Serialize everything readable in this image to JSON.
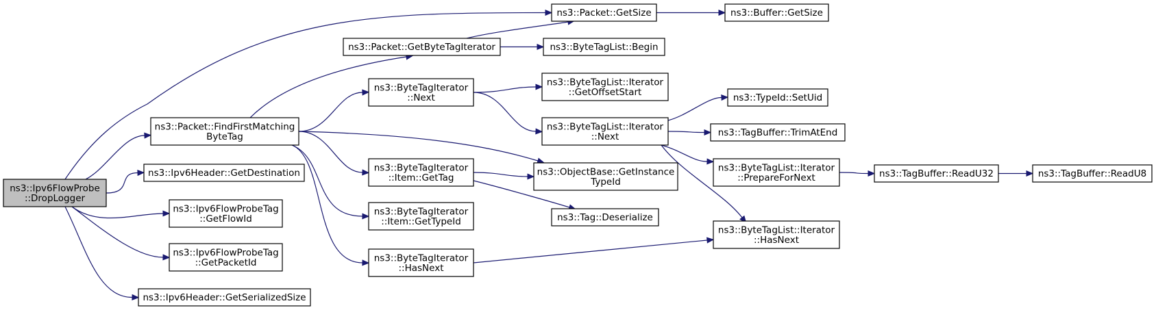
{
  "graph": {
    "root": "dropLogger",
    "colors": {
      "edge": "#191970",
      "root_fill": "#bfbfbf",
      "node_fill": "#ffffff",
      "border": "#000000"
    },
    "nodes": [
      {
        "id": "dropLogger",
        "lines": [
          "ns3::Ipv6FlowProbe",
          "::DropLogger"
        ]
      },
      {
        "id": "findFirst",
        "lines": [
          "ns3::Packet::FindFirstMatching",
          "ByteTag"
        ]
      },
      {
        "id": "getDestination",
        "lines": [
          "ns3::Ipv6Header::GetDestination"
        ]
      },
      {
        "id": "getFlowId",
        "lines": [
          "ns3::Ipv6FlowProbeTag",
          "::GetFlowId"
        ]
      },
      {
        "id": "getPacketId",
        "lines": [
          "ns3::Ipv6FlowProbeTag",
          "::GetPacketId"
        ]
      },
      {
        "id": "getSerializedSize",
        "lines": [
          "ns3::Ipv6Header::GetSerializedSize"
        ]
      },
      {
        "id": "packetGetSize",
        "lines": [
          "ns3::Packet::GetSize"
        ]
      },
      {
        "id": "getByteTagIter",
        "lines": [
          "ns3::Packet::GetByteTagIterator"
        ]
      },
      {
        "id": "btiNext",
        "lines": [
          "ns3::ByteTagIterator",
          "::Next"
        ]
      },
      {
        "id": "btiItemGetTag",
        "lines": [
          "ns3::ByteTagIterator",
          "::Item::GetTag"
        ]
      },
      {
        "id": "btiItemGetTypeId",
        "lines": [
          "ns3::ByteTagIterator",
          "::Item::GetTypeId"
        ]
      },
      {
        "id": "btiHasNext",
        "lines": [
          "ns3::ByteTagIterator",
          "::HasNext"
        ]
      },
      {
        "id": "bufferGetSize",
        "lines": [
          "ns3::Buffer::GetSize"
        ]
      },
      {
        "id": "btlBegin",
        "lines": [
          "ns3::ByteTagList::Begin"
        ]
      },
      {
        "id": "btlIterGetOffsetStart",
        "lines": [
          "ns3::ByteTagList::Iterator",
          "::GetOffsetStart"
        ]
      },
      {
        "id": "btlIterNext",
        "lines": [
          "ns3::ByteTagList::Iterator",
          "::Next"
        ]
      },
      {
        "id": "objGetInstanceTypeId",
        "lines": [
          "ns3::ObjectBase::GetInstance",
          "TypeId"
        ]
      },
      {
        "id": "tagDeserialize",
        "lines": [
          "ns3::Tag::Deserialize"
        ]
      },
      {
        "id": "typeIdSetUid",
        "lines": [
          "ns3::TypeId::SetUid"
        ]
      },
      {
        "id": "tagBufTrimAtEnd",
        "lines": [
          "ns3::TagBuffer::TrimAtEnd"
        ]
      },
      {
        "id": "btlIterPrepareForNext",
        "lines": [
          "ns3::ByteTagList::Iterator",
          "::PrepareForNext"
        ]
      },
      {
        "id": "btlIterHasNext",
        "lines": [
          "ns3::ByteTagList::Iterator",
          "::HasNext"
        ]
      },
      {
        "id": "tagBufReadU32",
        "lines": [
          "ns3::TagBuffer::ReadU32"
        ]
      },
      {
        "id": "tagBufReadU8",
        "lines": [
          "ns3::TagBuffer::ReadU8"
        ]
      }
    ],
    "edges": [
      {
        "from": "dropLogger",
        "to": "packetGetSize"
      },
      {
        "from": "dropLogger",
        "to": "findFirst"
      },
      {
        "from": "dropLogger",
        "to": "getDestination"
      },
      {
        "from": "dropLogger",
        "to": "getFlowId"
      },
      {
        "from": "dropLogger",
        "to": "getPacketId"
      },
      {
        "from": "dropLogger",
        "to": "getSerializedSize"
      },
      {
        "from": "findFirst",
        "to": "getByteTagIter"
      },
      {
        "from": "findFirst",
        "to": "btiNext"
      },
      {
        "from": "findFirst",
        "to": "objGetInstanceTypeId"
      },
      {
        "from": "findFirst",
        "to": "btiItemGetTag"
      },
      {
        "from": "findFirst",
        "to": "btiItemGetTypeId"
      },
      {
        "from": "findFirst",
        "to": "btiHasNext"
      },
      {
        "from": "packetGetSize",
        "to": "bufferGetSize"
      },
      {
        "from": "getByteTagIter",
        "to": "packetGetSize"
      },
      {
        "from": "getByteTagIter",
        "to": "btlBegin"
      },
      {
        "from": "btiNext",
        "to": "btlIterGetOffsetStart"
      },
      {
        "from": "btiNext",
        "to": "btlIterNext"
      },
      {
        "from": "btiItemGetTag",
        "to": "objGetInstanceTypeId"
      },
      {
        "from": "btiItemGetTag",
        "to": "tagDeserialize"
      },
      {
        "from": "btiHasNext",
        "to": "btlIterHasNext"
      },
      {
        "from": "btlIterNext",
        "to": "typeIdSetUid"
      },
      {
        "from": "btlIterNext",
        "to": "tagBufTrimAtEnd"
      },
      {
        "from": "btlIterNext",
        "to": "btlIterPrepareForNext"
      },
      {
        "from": "btlIterNext",
        "to": "btlIterHasNext"
      },
      {
        "from": "btlIterPrepareForNext",
        "to": "tagBufReadU32"
      },
      {
        "from": "tagBufReadU32",
        "to": "tagBufReadU8"
      }
    ]
  }
}
